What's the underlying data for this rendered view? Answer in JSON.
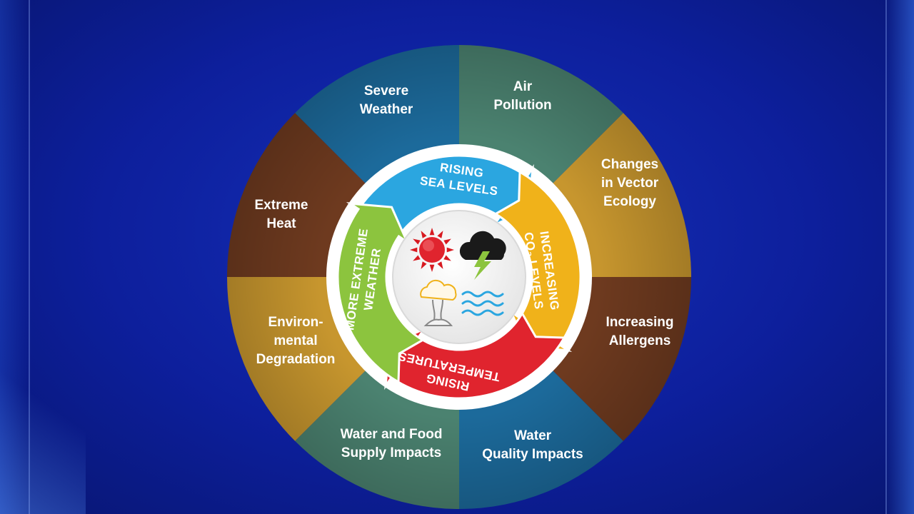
{
  "colors": {
    "background": "#0d1f9c",
    "segment_blue": "#1c6a9b",
    "segment_green": "#4b8270",
    "segment_gold": "#c7962e",
    "segment_brown": "#6e3a1f",
    "arrow_blue": "#2ba6e0",
    "arrow_yellow": "#f0b21a",
    "arrow_red": "#e0242e",
    "arrow_green": "#8cc43e"
  },
  "outer_segments": [
    {
      "id": "air-pollution",
      "lines": [
        "Air",
        "Pollution"
      ],
      "color": "#4b8270"
    },
    {
      "id": "vector-ecology",
      "lines": [
        "Changes",
        "in Vector",
        "Ecology"
      ],
      "color": "#c7962e"
    },
    {
      "id": "allergens",
      "lines": [
        "Increasing",
        "Allergens"
      ],
      "color": "#6e3a1f"
    },
    {
      "id": "water-quality",
      "lines": [
        "Water",
        "Quality Impacts"
      ],
      "color": "#1c6a9b"
    },
    {
      "id": "water-food",
      "lines": [
        "Water and Food",
        "Supply Impacts"
      ],
      "color": "#4b8270"
    },
    {
      "id": "environmental-degradation",
      "lines": [
        "Environ-",
        "mental",
        "Degradation"
      ],
      "color": "#c7962e"
    },
    {
      "id": "extreme-heat",
      "lines": [
        "Extreme",
        "Heat"
      ],
      "color": "#6e3a1f"
    },
    {
      "id": "severe-weather",
      "lines": [
        "Severe",
        "Weather"
      ],
      "color": "#1c6a9b"
    }
  ],
  "inner_arrows": [
    {
      "id": "rising-sea-levels",
      "text": "RISING SEA LEVELS",
      "color": "#2ba6e0"
    },
    {
      "id": "increasing-co2",
      "text": "INCREASING CO₂ LEVELS",
      "color": "#f0b21a"
    },
    {
      "id": "rising-temperatures",
      "text": "RISING TEMPERATURES",
      "color": "#e0242e"
    },
    {
      "id": "more-extreme-weather",
      "text": "MORE EXTREME WEATHER",
      "color": "#8cc43e"
    }
  ],
  "center_icons": [
    "sun-icon",
    "storm-cloud-icon",
    "mushroom-cloud-icon",
    "waves-icon"
  ]
}
